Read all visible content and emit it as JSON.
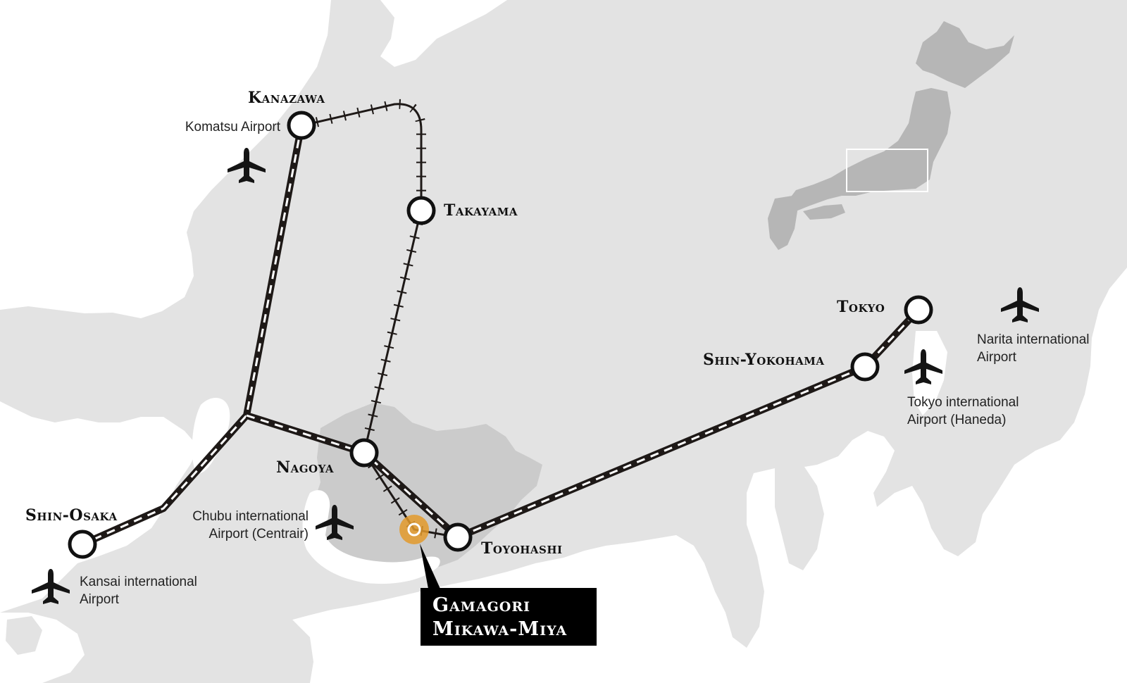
{
  "stations": {
    "kanazawa": "Kanazawa",
    "takayama": "Takayama",
    "tokyo": "Tokyo",
    "shin_yokohama": "Shin-Yokohama",
    "nagoya": "Nagoya",
    "shin_osaka": "Shin-Osaka",
    "toyohashi": "Toyohashi"
  },
  "airports": {
    "komatsu": [
      "Komatsu Airport"
    ],
    "narita": [
      "Narita international",
      "Airport"
    ],
    "haneda": [
      "Tokyo international",
      "Airport (Haneda)"
    ],
    "chubu": [
      "Chubu international",
      "Airport (Centrair)"
    ],
    "kansai": [
      "Kansai international",
      "Airport"
    ]
  },
  "destination": {
    "line1": "Gamagori",
    "line2": "Mikawa-Miya"
  },
  "icons": {
    "airport": "airplane-icon",
    "station": "circle-station-marker",
    "destination": "orange-circle-marker"
  },
  "colors": {
    "sea": "#ffffff",
    "land": "#e3e3e3",
    "region": "#cbcbcb",
    "inset_japan": "#b6b6b6",
    "rail": "#1e1917",
    "destination_accent": "#e39a2c",
    "label_box": "#000000"
  }
}
